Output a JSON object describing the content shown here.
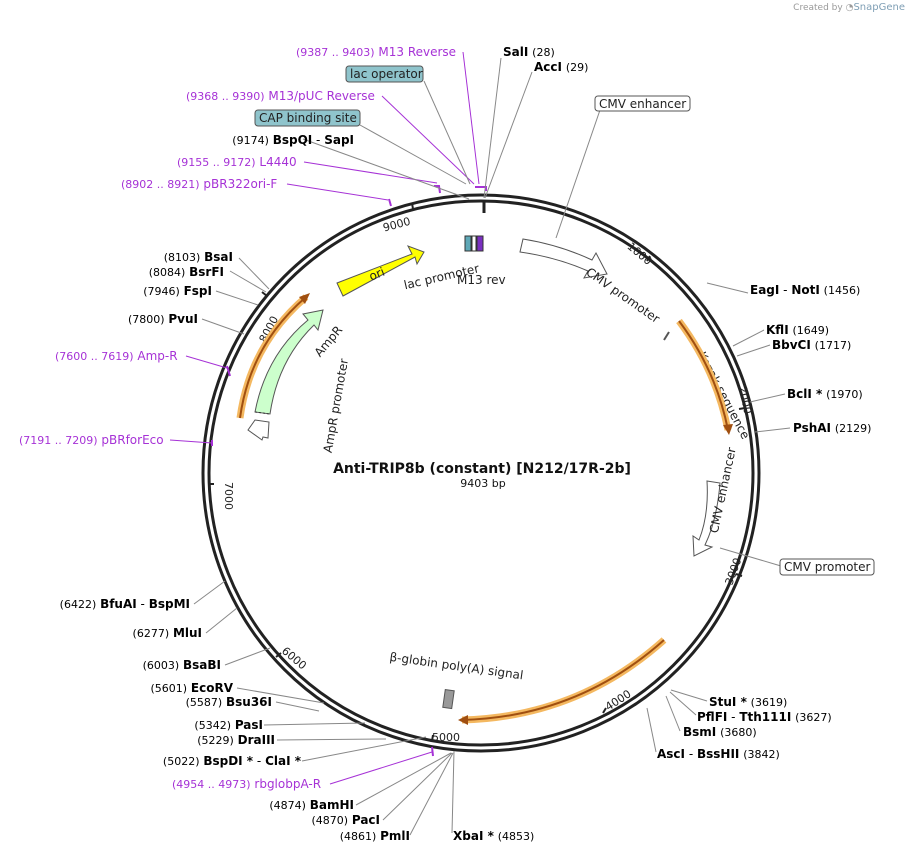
{
  "credit": {
    "prefix": "Created by",
    "brand": "SnapGene"
  },
  "plasmid": {
    "name": "Anti-TRIP8b (constant) [N212/17R-2b]",
    "length_label": "9403 bp",
    "length": 9403
  },
  "ticks": [
    "1000",
    "2000",
    "3000",
    "4000",
    "5000",
    "6000",
    "7000",
    "8000",
    "9000"
  ],
  "primers_top": [
    {
      "range": "(9387 .. 9403)",
      "name": "M13 Reverse"
    },
    {
      "range": "(9368 .. 9390)",
      "name": "M13/pUC Reverse"
    },
    {
      "range": "(9155 .. 9172)",
      "name": "L4440"
    },
    {
      "range": "(8902 .. 8921)",
      "name": "pBR322ori-F"
    }
  ],
  "primers_left": [
    {
      "range": "(7600 .. 7619)",
      "name": "Amp-R"
    },
    {
      "range": "(7191 .. 7209)",
      "name": "pBRforEco"
    },
    {
      "range": "(4954 .. 4973)",
      "name": "rbglobpA-R"
    }
  ],
  "boxed_features": [
    {
      "label": "lac operator",
      "color": "#8fc4cc"
    },
    {
      "label": "CAP binding site",
      "color": "#8fc4cc"
    },
    {
      "label": "CMV enhancer",
      "color": "#ffffff"
    },
    {
      "label": "CMV promoter",
      "color": "#ffffff"
    }
  ],
  "enzymes_right": [
    {
      "name": "SalI",
      "pos": "(28)"
    },
    {
      "name": "AccI",
      "pos": "(29)"
    },
    {
      "name": "EagI",
      "name2": "NotI",
      "pos": "(1456)"
    },
    {
      "name": "KflI",
      "pos": "(1649)"
    },
    {
      "name": "BbvCI",
      "pos": "(1717)"
    },
    {
      "name": "BclI *",
      "pos": "(1970)"
    },
    {
      "name": "PshAI",
      "pos": "(2129)"
    },
    {
      "name": "StuI *",
      "pos": "(3619)"
    },
    {
      "name": "PflFI",
      "name2": "Tth111I",
      "pos": "(3627)"
    },
    {
      "name": "BsmI",
      "pos": "(3680)"
    },
    {
      "name": "AscI",
      "name2": "BssHII",
      "pos": "(3842)"
    },
    {
      "name": "XbaI *",
      "pos": "(4853)"
    }
  ],
  "enzymes_left": [
    {
      "pos": "(9174)",
      "name": "BspQI",
      "name2": "SapI"
    },
    {
      "pos": "(8103)",
      "name": "BsaI"
    },
    {
      "pos": "(8084)",
      "name": "BsrFI"
    },
    {
      "pos": "(7946)",
      "name": "FspI"
    },
    {
      "pos": "(7800)",
      "name": "PvuI"
    },
    {
      "pos": "(6422)",
      "name": "BfuAI",
      "name2": "BspMI"
    },
    {
      "pos": "(6277)",
      "name": "MluI"
    },
    {
      "pos": "(6003)",
      "name": "BsaBI"
    },
    {
      "pos": "(5601)",
      "name": "EcoRV"
    },
    {
      "pos": "(5587)",
      "name": "Bsu36I"
    },
    {
      "pos": "(5342)",
      "name": "PasI"
    },
    {
      "pos": "(5229)",
      "name": "DraIII"
    },
    {
      "pos": "(5022)",
      "name": "BspDI *",
      "name2": "ClaI *"
    },
    {
      "pos": "(4874)",
      "name": "BamHI"
    },
    {
      "pos": "(4870)",
      "name": "PacI"
    },
    {
      "pos": "(4861)",
      "name": "PmlI"
    }
  ],
  "features": [
    {
      "label": "ori",
      "color": "#ffff00"
    },
    {
      "label": "lac promoter"
    },
    {
      "label": "M13 rev"
    },
    {
      "label": "CMV promoter"
    },
    {
      "label": "Kozak sequence"
    },
    {
      "label": "CMV enhancer"
    },
    {
      "label": "β-globin poly(A) signal"
    },
    {
      "label": "AmpR",
      "color": "#ccffcc"
    },
    {
      "label": "AmpR promoter"
    }
  ],
  "colors": {
    "primer": "#a632d6",
    "backbone": "#222222",
    "orf_highlight": "#f0a830",
    "orf_arrow": "#a04f10"
  }
}
